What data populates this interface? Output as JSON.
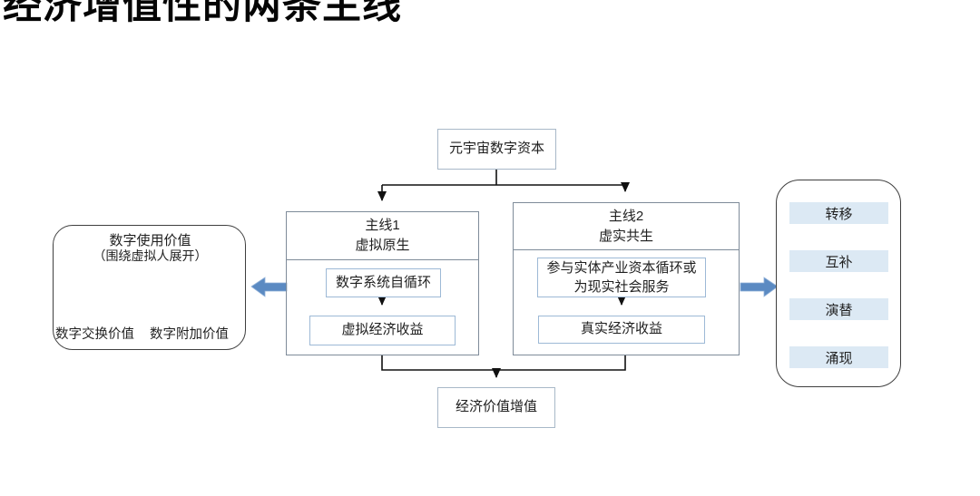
{
  "title": "经济增值性的两条主线",
  "colors": {
    "accent_arrow_blue": "#5b8ac2",
    "light_blue_fill": "#dce9f4",
    "outer_box_border": "#7e8b99",
    "inner_box_border": "#9db9d6",
    "connector_black": "#111111"
  },
  "diagram": {
    "top_node": "元宇宙数字资本",
    "mainline1": {
      "title": "主线1",
      "subtitle": "虚拟原生",
      "step1": "数字系统自循环",
      "step2": "虚拟经济收益"
    },
    "mainline2": {
      "title": "主线2",
      "subtitle": "虚实共生",
      "step1_line1": "参与实体产业资本循环或",
      "step1_line2": "为现实社会服务",
      "step2": "真实经济收益"
    },
    "bottom_node": "经济价值增值",
    "left_panel": {
      "top_label_line1": "数字使用价值",
      "top_label_line2": "（围绕虚拟人展开）",
      "bottom_left_label": "数字交换价值",
      "bottom_right_label": "数字附加价值"
    },
    "right_panel": {
      "items": [
        {
          "label": "转移"
        },
        {
          "label": "互补"
        },
        {
          "label": "演替"
        },
        {
          "label": "涌现"
        }
      ]
    }
  }
}
